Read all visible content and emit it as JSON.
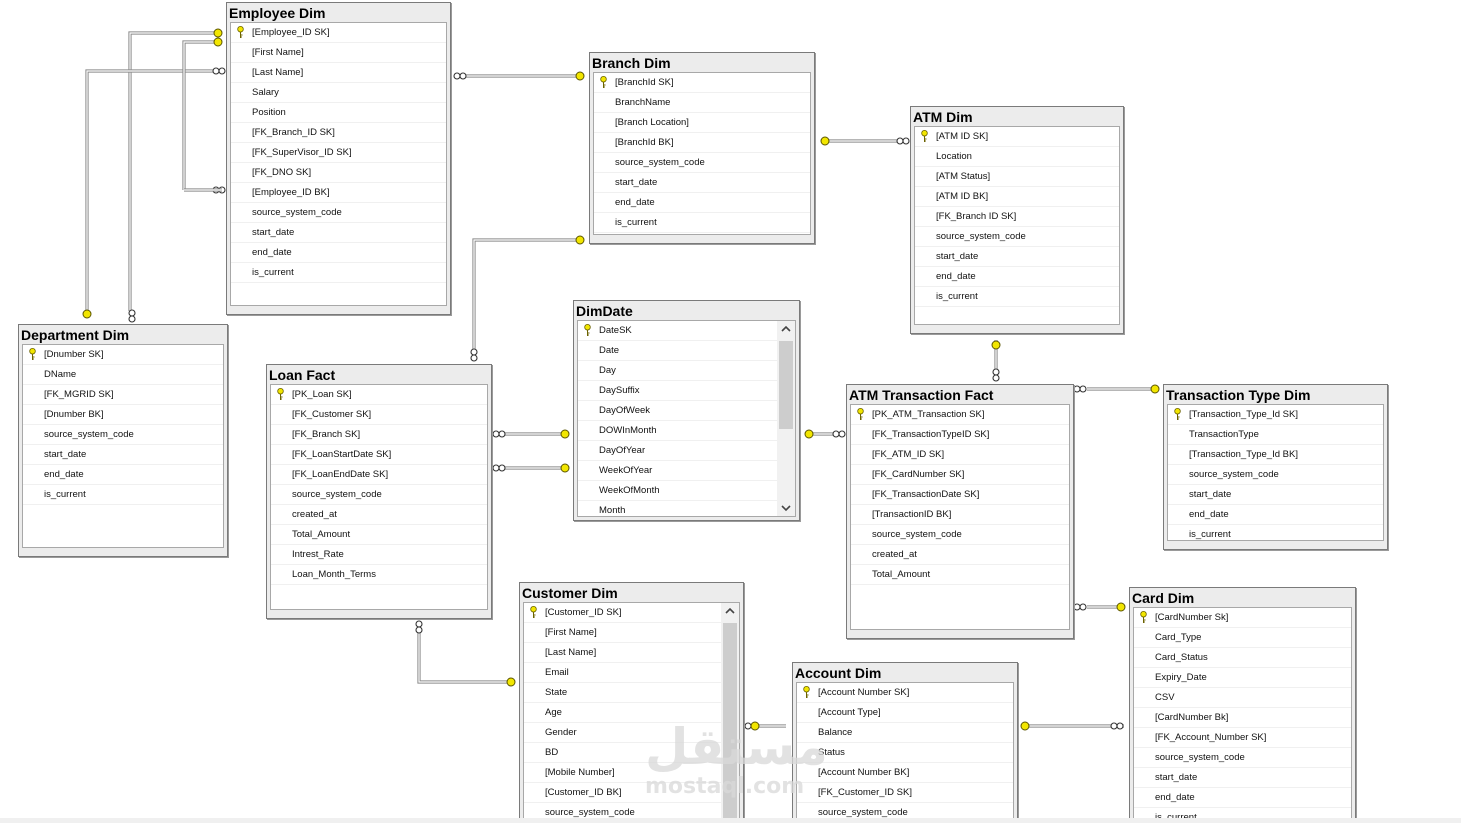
{
  "tables": [
    {
      "id": "employee",
      "title": "Employee Dim",
      "columns": [
        {
          "name": "[Employee_ID SK]",
          "pk": true
        },
        {
          "name": "[First Name]"
        },
        {
          "name": "[Last Name]"
        },
        {
          "name": "Salary"
        },
        {
          "name": "Position"
        },
        {
          "name": "[FK_Branch_ID SK]"
        },
        {
          "name": "[FK_SuperVisor_ID SK]"
        },
        {
          "name": "[FK_DNO SK]"
        },
        {
          "name": "[Employee_ID BK]"
        },
        {
          "name": "source_system_code"
        },
        {
          "name": "start_date"
        },
        {
          "name": "end_date"
        },
        {
          "name": "is_current"
        }
      ]
    },
    {
      "id": "branch",
      "title": "Branch Dim",
      "columns": [
        {
          "name": "[BranchId SK]",
          "pk": true
        },
        {
          "name": "BranchName"
        },
        {
          "name": "[Branch Location]"
        },
        {
          "name": "[BranchId BK]"
        },
        {
          "name": "source_system_code"
        },
        {
          "name": "start_date"
        },
        {
          "name": "end_date"
        },
        {
          "name": "is_current"
        }
      ]
    },
    {
      "id": "atm",
      "title": "ATM Dim",
      "columns": [
        {
          "name": "[ATM ID SK]",
          "pk": true
        },
        {
          "name": "Location"
        },
        {
          "name": "[ATM Status]"
        },
        {
          "name": "[ATM ID BK]"
        },
        {
          "name": "[FK_Branch ID SK]"
        },
        {
          "name": "source_system_code"
        },
        {
          "name": "start_date"
        },
        {
          "name": "end_date"
        },
        {
          "name": "is_current"
        }
      ]
    },
    {
      "id": "department",
      "title": "Department Dim",
      "columns": [
        {
          "name": "[Dnumber SK]",
          "pk": true
        },
        {
          "name": "DName"
        },
        {
          "name": "[FK_MGRID SK]"
        },
        {
          "name": "[Dnumber BK]"
        },
        {
          "name": "source_system_code"
        },
        {
          "name": "start_date"
        },
        {
          "name": "end_date"
        },
        {
          "name": "is_current"
        }
      ]
    },
    {
      "id": "dimdate",
      "title": "DimDate",
      "columns": [
        {
          "name": "DateSK",
          "pk": true
        },
        {
          "name": "Date"
        },
        {
          "name": "Day"
        },
        {
          "name": "DaySuffix"
        },
        {
          "name": "DayOfWeek"
        },
        {
          "name": "DOWInMonth"
        },
        {
          "name": "DayOfYear"
        },
        {
          "name": "WeekOfYear"
        },
        {
          "name": "WeekOfMonth"
        },
        {
          "name": "Month"
        }
      ]
    },
    {
      "id": "loan",
      "title": "Loan Fact",
      "columns": [
        {
          "name": "[PK_Loan SK]",
          "pk": true
        },
        {
          "name": "[FK_Customer SK]"
        },
        {
          "name": "[FK_Branch SK]"
        },
        {
          "name": "[FK_LoanStartDate SK]"
        },
        {
          "name": "[FK_LoanEndDate SK]"
        },
        {
          "name": "source_system_code"
        },
        {
          "name": "created_at"
        },
        {
          "name": "Total_Amount"
        },
        {
          "name": "Intrest_Rate"
        },
        {
          "name": "Loan_Month_Terms"
        }
      ]
    },
    {
      "id": "atmtx",
      "title": "ATM Transaction Fact",
      "columns": [
        {
          "name": "[PK_ATM_Transaction SK]",
          "pk": true
        },
        {
          "name": "[FK_TransactionTypeID SK]"
        },
        {
          "name": "[FK_ATM_ID SK]"
        },
        {
          "name": "[FK_CardNumber SK]"
        },
        {
          "name": "[FK_TransactionDate SK]"
        },
        {
          "name": "[TransactionID BK]"
        },
        {
          "name": "source_system_code"
        },
        {
          "name": "created_at"
        },
        {
          "name": "Total_Amount"
        }
      ]
    },
    {
      "id": "txtype",
      "title": "Transaction Type Dim",
      "columns": [
        {
          "name": "[Transaction_Type_Id SK]",
          "pk": true
        },
        {
          "name": "TransactionType"
        },
        {
          "name": "[Transaction_Type_Id BK]"
        },
        {
          "name": "source_system_code"
        },
        {
          "name": "start_date"
        },
        {
          "name": "end_date"
        },
        {
          "name": "is_current"
        }
      ]
    },
    {
      "id": "customer",
      "title": "Customer Dim",
      "columns": [
        {
          "name": "[Customer_ID SK]",
          "pk": true
        },
        {
          "name": "[First Name]"
        },
        {
          "name": "[Last Name]"
        },
        {
          "name": "Email"
        },
        {
          "name": "State"
        },
        {
          "name": "Age"
        },
        {
          "name": "Gender"
        },
        {
          "name": "BD"
        },
        {
          "name": "[Mobile Number]"
        },
        {
          "name": "[Customer_ID BK]"
        },
        {
          "name": "source_system_code"
        }
      ]
    },
    {
      "id": "account",
      "title": "Account Dim",
      "columns": [
        {
          "name": "[Account Number SK]",
          "pk": true
        },
        {
          "name": "[Account Type]"
        },
        {
          "name": "Balance"
        },
        {
          "name": "Status"
        },
        {
          "name": "[Account Number BK]"
        },
        {
          "name": "[FK_Customer_ID SK]"
        },
        {
          "name": "source_system_code"
        }
      ]
    },
    {
      "id": "card",
      "title": "Card Dim",
      "columns": [
        {
          "name": "[CardNumber Sk]",
          "pk": true
        },
        {
          "name": "Card_Type"
        },
        {
          "name": "Card_Status"
        },
        {
          "name": "Expiry_Date"
        },
        {
          "name": "CSV"
        },
        {
          "name": "[CardNumber Bk]"
        },
        {
          "name": "[FK_Account_Number SK]"
        },
        {
          "name": "source_system_code"
        },
        {
          "name": "start_date"
        },
        {
          "name": "end_date"
        },
        {
          "name": "is_current"
        }
      ]
    }
  ],
  "watermark": {
    "arabic": "مستقل",
    "latin": "mostaql.com"
  },
  "colors": {
    "key": "#f2e600",
    "frame": "#7a7a7a",
    "line": "#6e6e6e"
  }
}
